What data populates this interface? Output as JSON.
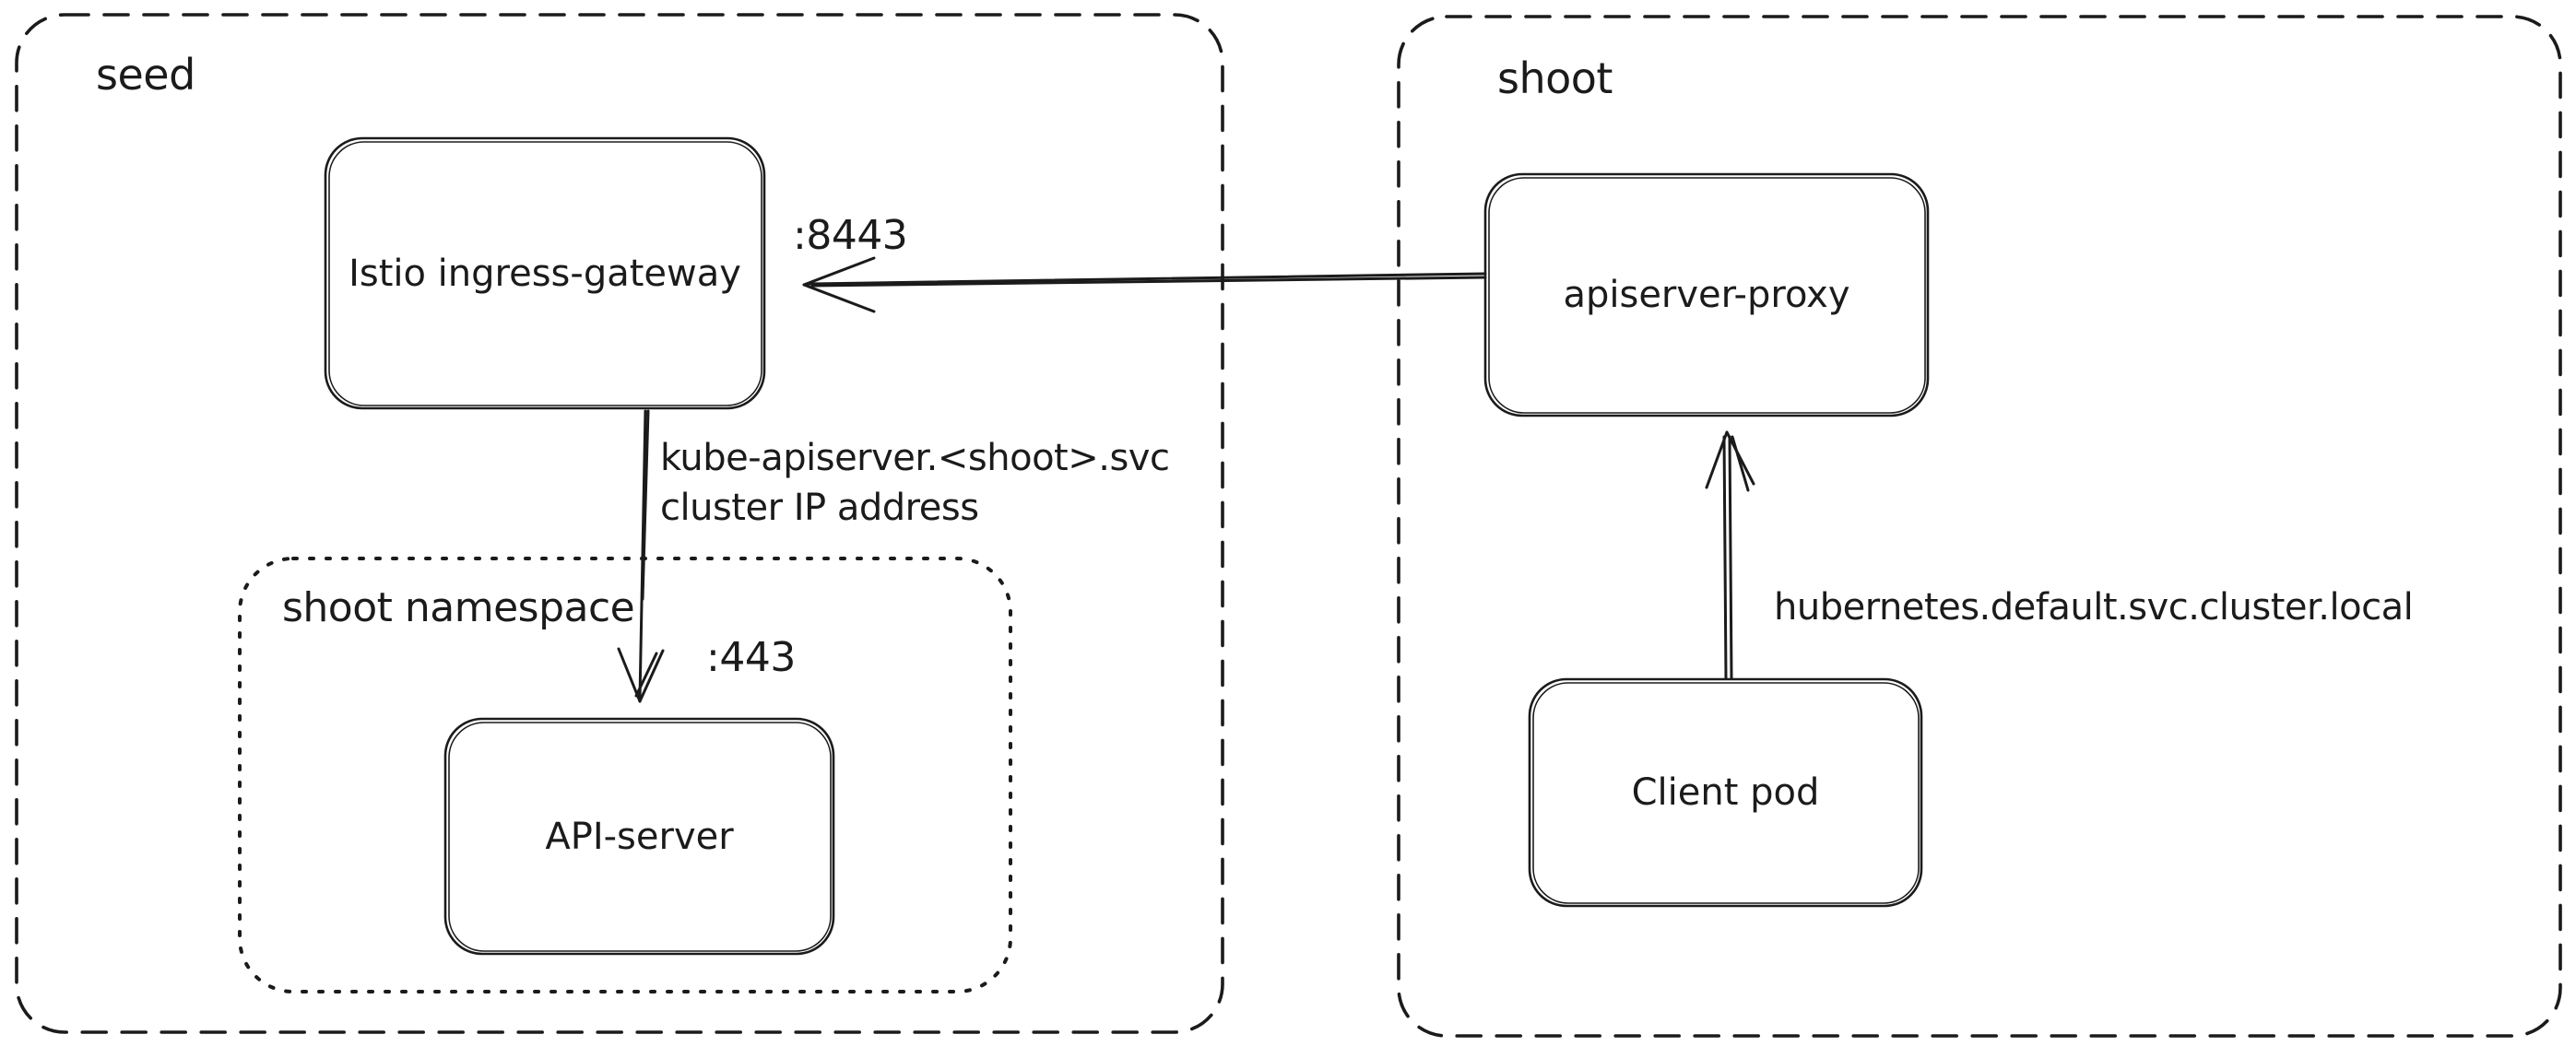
{
  "diagram": {
    "colors": {
      "stroke": "#1b1b1b",
      "background": "#ffffff"
    },
    "containers": {
      "seed": {
        "label": "seed"
      },
      "shoot": {
        "label": "shoot"
      },
      "shoot_namespace": {
        "label": "shoot namespace"
      }
    },
    "nodes": {
      "istio_ingress_gateway": {
        "label": "Istio ingress-gateway"
      },
      "api_server": {
        "label": "API-server"
      },
      "apiserver_proxy": {
        "label": "apiserver-proxy"
      },
      "client_pod": {
        "label": "Client pod"
      }
    },
    "edges": {
      "proxy_to_istio": {
        "port_label": ":8443"
      },
      "istio_to_api_server": {
        "label_line1": "kube-apiserver.<shoot>.svc",
        "label_line2": "cluster IP address",
        "port_label": ":443"
      },
      "client_pod_to_proxy": {
        "label": "hubernetes.default.svc.cluster.local"
      }
    }
  }
}
